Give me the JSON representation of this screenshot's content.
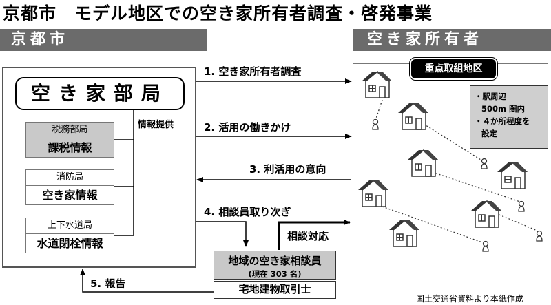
{
  "title": "京都市　モデル地区での空き家所有者調査・啓発事業",
  "left_header": "京都市",
  "right_header": "空き家所有者",
  "akiya_dept": "空き家部局",
  "departments": [
    {
      "name": "税務部局",
      "info": "課税情報"
    },
    {
      "name": "消防局",
      "info": "空き家情報"
    },
    {
      "name": "上下水道局",
      "info": "水道閉栓情報"
    }
  ],
  "info_provision": "情報提供",
  "arrows": {
    "step1": "1. 空き家所有者調査",
    "step2": "2. 活用の働きかけ",
    "step3": "3. 利活用の意向",
    "step4": "4. 相談員取り次ぎ",
    "consult_response": "相談対応",
    "step5": "5. 報告"
  },
  "priority_area": "重点取組地区",
  "priority_note": [
    "・駅周辺",
    "500m 圏内",
    "・４か所程度を",
    "設定"
  ],
  "consultant": {
    "line1": "地域の空き家相談員",
    "line2": "(現在 303 名)"
  },
  "agent": "宅地建物取引士",
  "source": "国土交通省資料より本紙作成",
  "colors": {
    "header_bg": "#6b6b6b",
    "highlight_gray": "#c9c9c9",
    "dark": "#000000"
  },
  "icons": [
    "house-icon",
    "person-icon"
  ]
}
